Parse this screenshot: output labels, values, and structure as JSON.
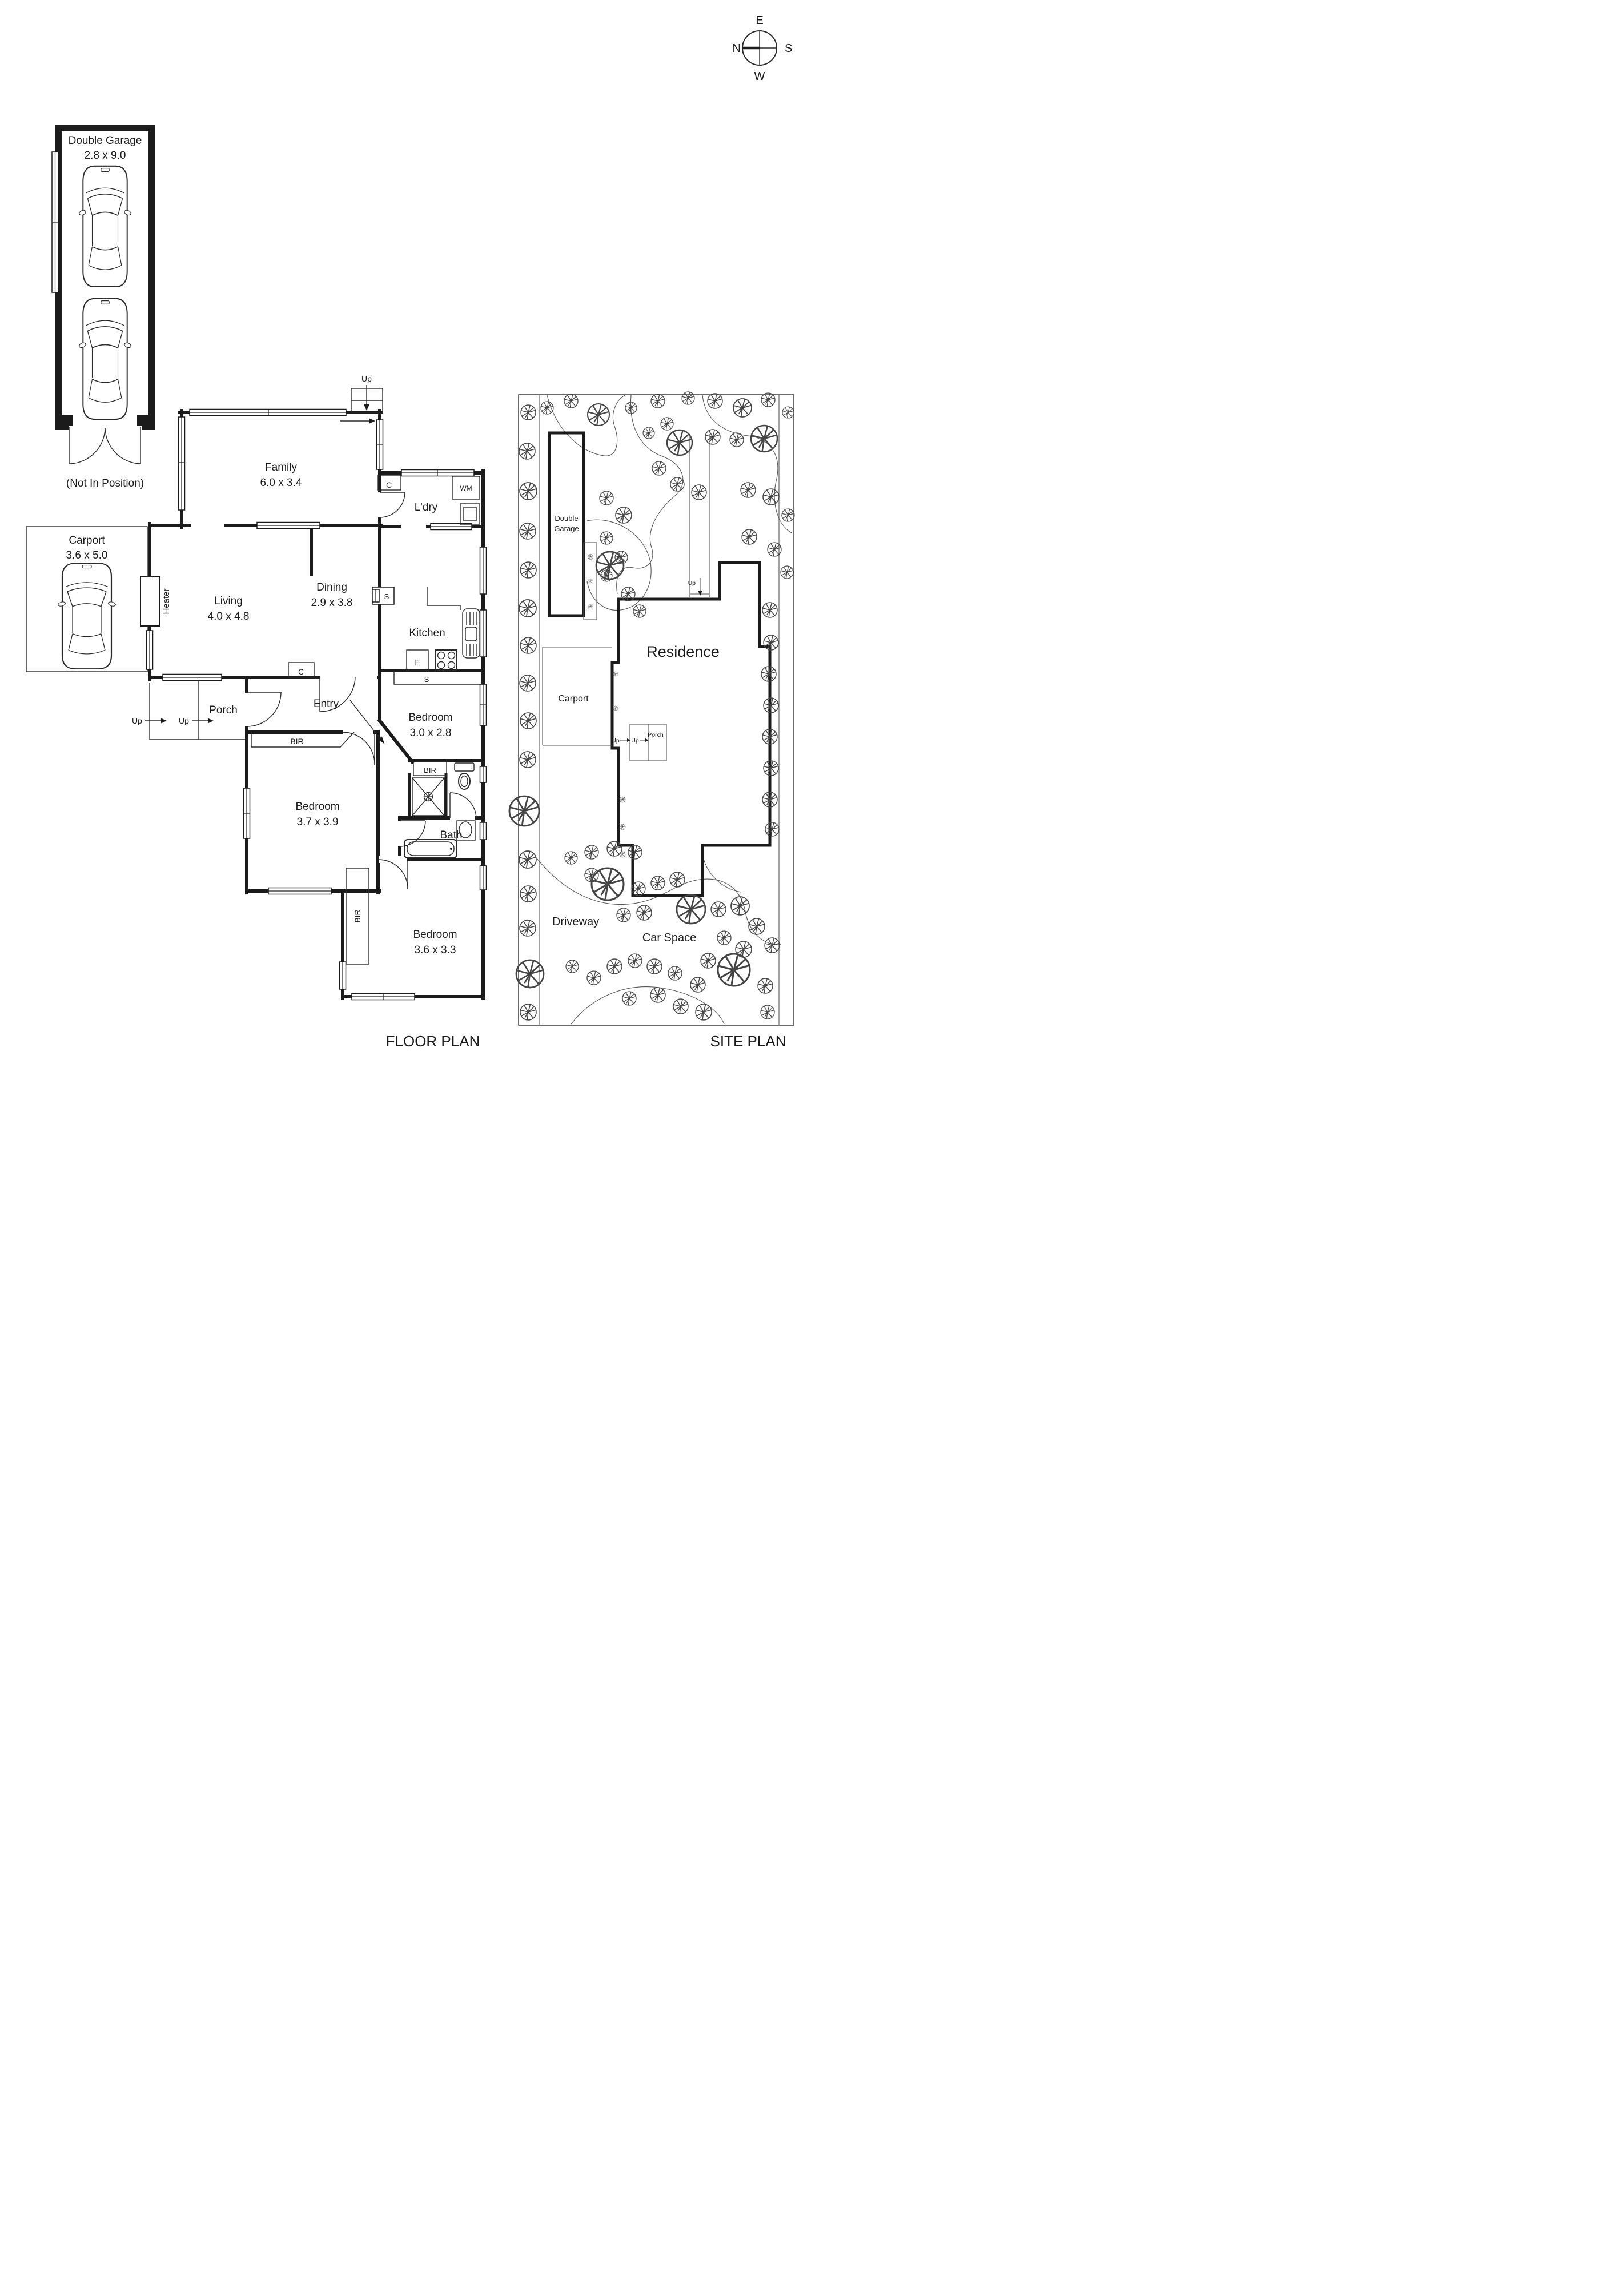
{
  "compass": {
    "n": "N",
    "e": "E",
    "s": "S",
    "w": "W"
  },
  "titles": {
    "floor_plan": "FLOOR PLAN",
    "site_plan": "SITE PLAN"
  },
  "strings": {
    "up": "Up"
  },
  "floor_plan": {
    "double_garage": {
      "name": "Double Garage",
      "dims": "2.8 x 9.0",
      "note": "(Not In Position)"
    },
    "carport": {
      "name": "Carport",
      "dims": "3.6 x 5.0"
    },
    "heater": "Heater",
    "rooms": {
      "family": {
        "name": "Family",
        "dims": "6.0 x 3.4"
      },
      "laundry": {
        "name": "L'dry"
      },
      "living": {
        "name": "Living",
        "dims": "4.0 x 4.8"
      },
      "dining": {
        "name": "Dining",
        "dims": "2.9 x 3.8"
      },
      "kitchen": {
        "name": "Kitchen"
      },
      "entry": {
        "name": "Entry"
      },
      "porch": {
        "name": "Porch"
      },
      "bath": {
        "name": "Bath"
      },
      "bedroom1": {
        "name": "Bedroom",
        "dims": "3.0 x 2.8"
      },
      "bedroom2": {
        "name": "Bedroom",
        "dims": "3.7 x 3.9"
      },
      "bedroom3": {
        "name": "Bedroom",
        "dims": "3.6 x 3.3"
      }
    },
    "fixtures": {
      "wm": "WM",
      "cupboard": "C",
      "sink": "S",
      "fridge": "F",
      "robe": "BIR"
    }
  },
  "site_plan": {
    "labels": {
      "double_garage_1": "Double",
      "double_garage_2": "Garage",
      "carport": "Carport",
      "residence": "Residence",
      "porch": "Porch",
      "driveway": "Driveway",
      "car_space": "Car Space"
    }
  }
}
